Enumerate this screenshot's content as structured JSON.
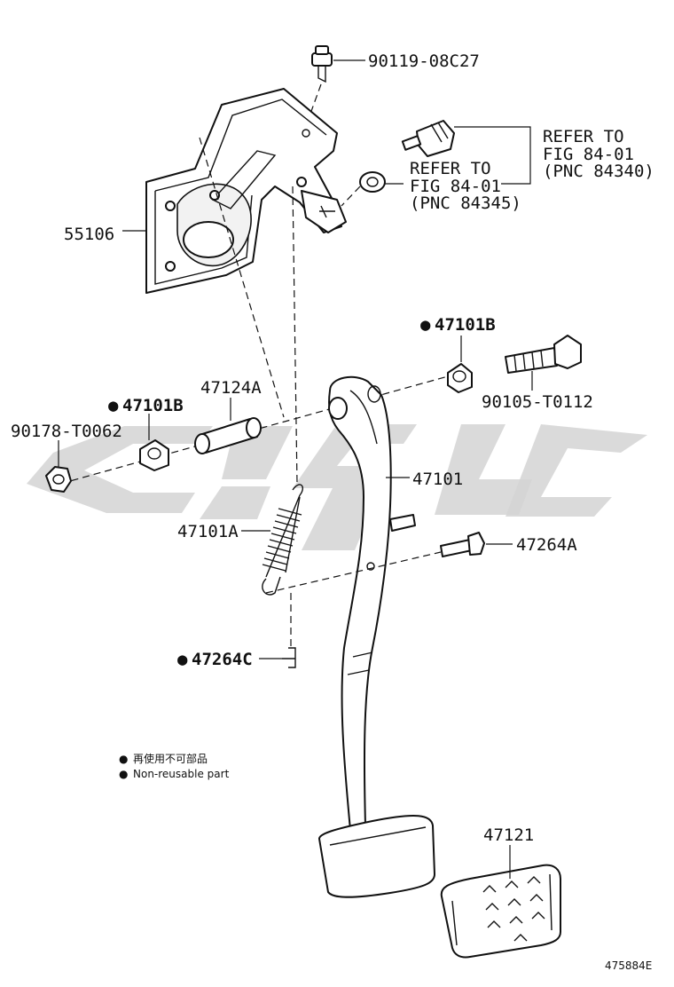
{
  "parts": {
    "bolt_top": "90119-08C27",
    "refer_a_line1": "REFER TO",
    "refer_a_line2": "FIG 84-01",
    "refer_a_line3": "(PNC 84340)",
    "refer_b_line1": "REFER TO",
    "refer_b_line2": "FIG 84-01",
    "refer_b_line3": "(PNC 84345)",
    "bracket": "55106",
    "bushing_right": "47101B",
    "bolt_pivot": "90105-T0112",
    "collar": "47124A",
    "bushing_left": "47101B",
    "nut": "90178-T0062",
    "pedal_arm": "47101",
    "spring": "47101A",
    "pin": "47264A",
    "clip": "47264C",
    "pad": "47121"
  },
  "legend": {
    "marker": "●",
    "line_jp": "再使用不可部品",
    "line_en": "Non-reusable part"
  },
  "figure_id": "475884E",
  "colors": {
    "ink": "#111111",
    "watermark": "#d4d4d4"
  }
}
